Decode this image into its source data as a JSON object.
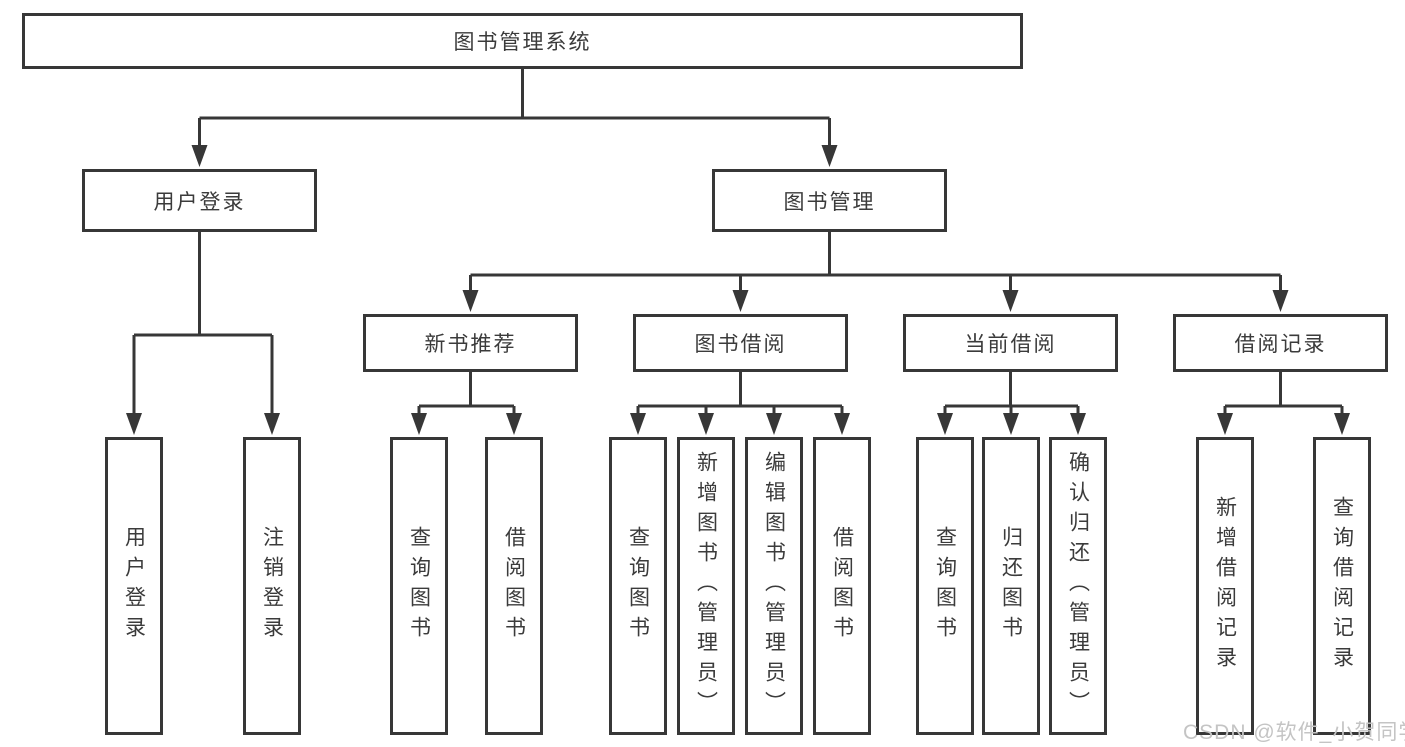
{
  "page": {
    "background": "#ffffff",
    "line_color": "#373737",
    "text_color": "#3b3b3b",
    "watermark": {
      "text": "CSDN @软件_小贺同学",
      "color": "#c4c4c4"
    }
  },
  "tree": {
    "root": {
      "label": "图书管理系统"
    },
    "branches": [
      {
        "label": "用户登录",
        "leaves": [
          {
            "label": "用户登录"
          },
          {
            "label": "注销登录"
          }
        ]
      },
      {
        "label": "图书管理",
        "groups": [
          {
            "label": "新书推荐",
            "leaves": [
              {
                "label": "查询图书"
              },
              {
                "label": "借阅图书"
              }
            ]
          },
          {
            "label": "图书借阅",
            "leaves": [
              {
                "label": "查询图书"
              },
              {
                "label": "新增图书（管理员）"
              },
              {
                "label": "编辑图书（管理员）"
              },
              {
                "label": "借阅图书"
              }
            ]
          },
          {
            "label": "当前借阅",
            "leaves": [
              {
                "label": "查询图书"
              },
              {
                "label": "归还图书"
              },
              {
                "label": "确认归还（管理员）"
              }
            ]
          },
          {
            "label": "借阅记录",
            "leaves": [
              {
                "label": "新增借阅记录"
              },
              {
                "label": "查询借阅记录"
              }
            ]
          }
        ]
      }
    ]
  }
}
